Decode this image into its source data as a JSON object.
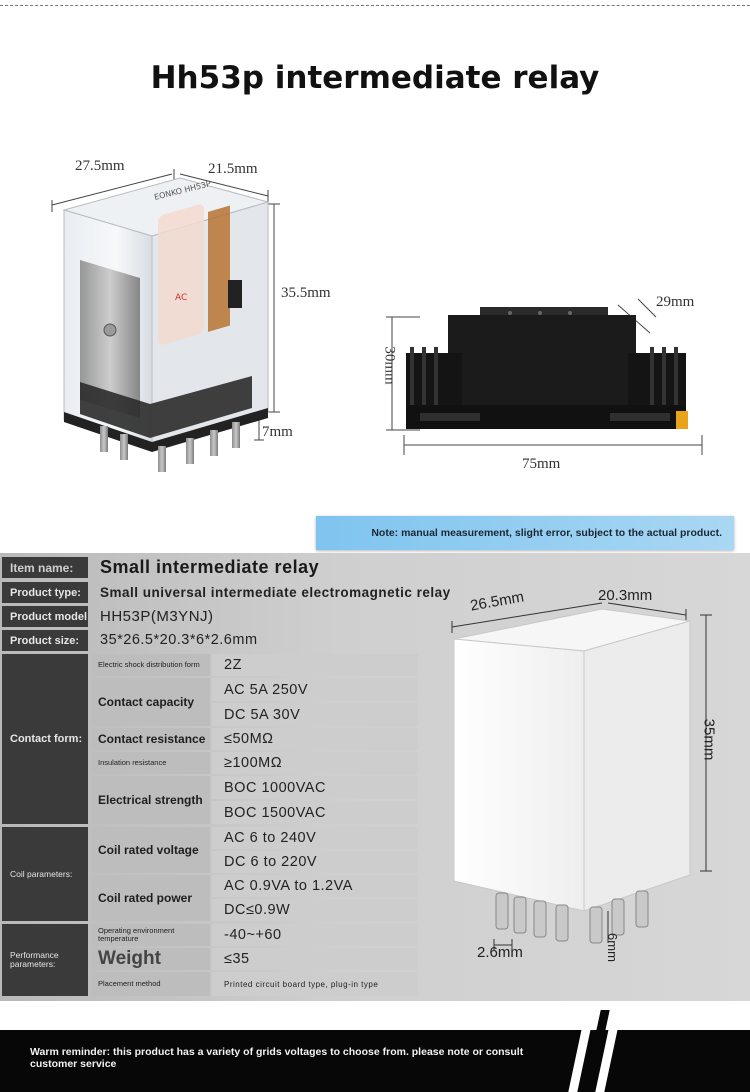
{
  "title": "Hh53p intermediate relay",
  "photo_dims": {
    "width": "27.5mm",
    "depth": "21.5mm",
    "height": "35.5mm",
    "pin": "7mm"
  },
  "socket_dims": {
    "height": "30mm",
    "depth": "29mm",
    "length": "75mm"
  },
  "note": "Note: manual measurement, slight error, subject to the actual product.",
  "specs": {
    "item_name_label": "Item name:",
    "item_name": "Small intermediate relay",
    "product_type_label": "Product type:",
    "product_type": "Small universal intermediate electromagnetic relay",
    "product_model_label": "Product model:",
    "product_model": "HH53P(M3YNJ)",
    "product_size_label": "Product size:",
    "product_size": "35*26.5*20.3*6*2.6mm",
    "contact_form_label": "Contact form:",
    "distribution_label": "Electric shock distribution form",
    "distribution": "2Z",
    "contact_capacity_label": "Contact capacity",
    "contact_capacity_1": "AC 5A 250V",
    "contact_capacity_2": "DC 5A 30V",
    "contact_resistance_label": "Contact resistance",
    "contact_resistance": "≤50MΩ",
    "insulation_label": "Insulation resistance",
    "insulation": "≥100MΩ",
    "electrical_strength_label": "Electrical strength",
    "electrical_strength_1": "BOC  1000VAC",
    "electrical_strength_2": "BOC  1500VAC",
    "coil_params_label": "Coil parameters:",
    "coil_voltage_label": "Coil rated voltage",
    "coil_voltage_1": "AC 6 to 240V",
    "coil_voltage_2": "DC 6 to 220V",
    "coil_power_label": "Coil rated power",
    "coil_power_1": "AC 0.9VA to 1.2VA",
    "coil_power_2": "DC≤0.9W",
    "performance_label": "Performance parameters:",
    "env_temp_label": "Operating environment temperature",
    "env_temp": "-40~+60",
    "weight_label": "Weight",
    "weight": "≤35",
    "placement_label": "Placement method",
    "placement": "Printed circuit board type, plug-in type"
  },
  "cube_dims": {
    "depth": "26.5mm",
    "width": "20.3mm",
    "height": "35mm",
    "pin_pitch": "2.6mm",
    "pin_length": "6mm"
  },
  "footer": "Warm reminder: this product has a variety of grids voltages to choose from. please note or consult customer service"
}
